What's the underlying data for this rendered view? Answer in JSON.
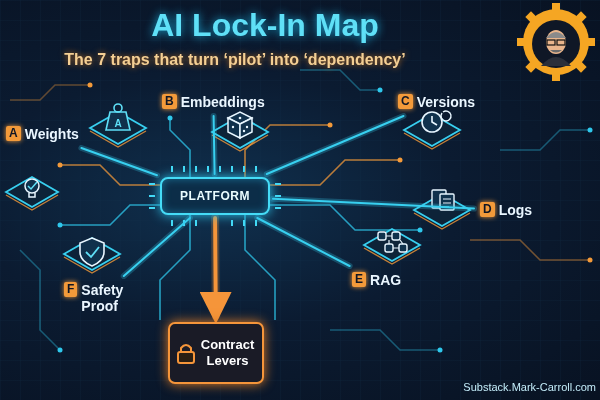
{
  "diagram": {
    "title": "AI Lock-In Map",
    "nodes": [
      {
        "text": [
          "PLATFORM"
        ]
      },
      {
        "text": [
          "A",
          "Weights"
        ]
      },
      {
        "text": [
          "B",
          "Embeddings"
        ]
      },
      {
        "text": [
          "C",
          "Versions"
        ]
      },
      {
        "text": [
          "D",
          "Logs"
        ]
      },
      {
        "text": [
          "E",
          "RAG"
        ]
      },
      {
        "text": [
          "F",
          "Safety Proof"
        ]
      },
      {
        "text": [
          "Contract Levers"
        ]
      }
    ],
    "edges": [
      {
        "from": 0,
        "to": 1,
        "arrow": "none"
      },
      {
        "from": 0,
        "to": 2,
        "arrow": "none"
      },
      {
        "from": 0,
        "to": 3,
        "arrow": "none"
      },
      {
        "from": 0,
        "to": 4,
        "arrow": "none"
      },
      {
        "from": 0,
        "to": 5,
        "arrow": "none"
      },
      {
        "from": 0,
        "to": 6,
        "arrow": "none"
      },
      {
        "from": 0,
        "to": 7,
        "arrow": "to"
      }
    ],
    "labels": [
      "The 7 traps that turn ‘pilot’ into ‘dependency’",
      "A",
      "Substack.Mark-Carroll.com"
    ]
  }
}
